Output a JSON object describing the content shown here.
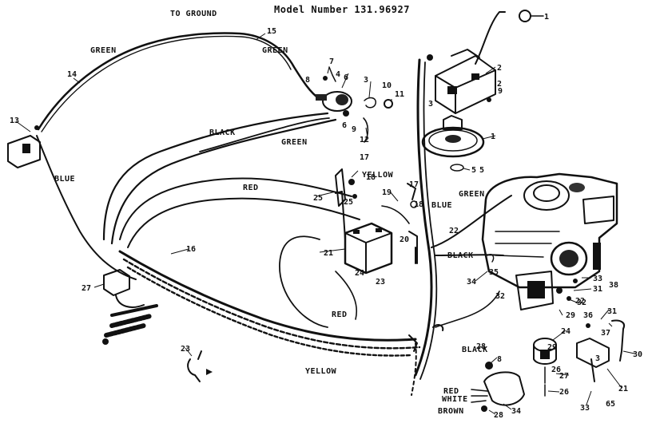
{
  "title": "Model Number 131.96927",
  "wire_labels": {
    "to_ground": "TO GROUND",
    "green_left": "GREEN",
    "green_top": "GREEN",
    "black_mid": "BLACK",
    "green_mid": "GREEN",
    "blue_left": "BLUE",
    "red_mid": "RED",
    "yellow_mid": "YELLOW",
    "blue_right": "BLUE",
    "green_right": "GREEN",
    "black_right": "BLACK",
    "red_low": "RED",
    "yellow_low": "YELLOW",
    "black_low": "BLACK",
    "red_bottom": "RED",
    "white_bottom": "WHITE",
    "brown_bottom": "BROWN"
  },
  "part_numbers": {
    "p1_top": "1",
    "p2": "2",
    "p3": "3",
    "p4": "4",
    "p5": "5",
    "p6": "6",
    "p7": "7",
    "p8": "8",
    "p9": "9",
    "p10": "10",
    "p11": "11",
    "p12": "12",
    "p13": "13",
    "p14": "14",
    "p15": "15",
    "p16": "16",
    "p17": "17",
    "p17b": "17",
    "p18a": "18",
    "p18b": "18",
    "p19": "19",
    "p20": "20",
    "p21": "21",
    "p22": "22",
    "p23": "23",
    "p24": "24",
    "p25": "25",
    "p26": "26",
    "p27": "27",
    "p27b": "27",
    "p28": "28",
    "p29": "29",
    "p30": "30",
    "p31": "31",
    "p32": "32",
    "p33": "33",
    "p34": "34",
    "p34b": "34",
    "p35": "35",
    "p36": "36",
    "p37": "37",
    "p38": "38",
    "p1_pulley": "1",
    "p5_nut": "5",
    "p3_small": "3",
    "p9_small": "9",
    "p2_small": "2",
    "p6_mid": "6",
    "p8_low": "8",
    "p3_low": "3",
    "p28_low": "28",
    "p29_low": "29",
    "p21_b": "21",
    "p31_b": "31",
    "p33_low": "33",
    "p26_low": "26",
    "footer_code": "65"
  }
}
